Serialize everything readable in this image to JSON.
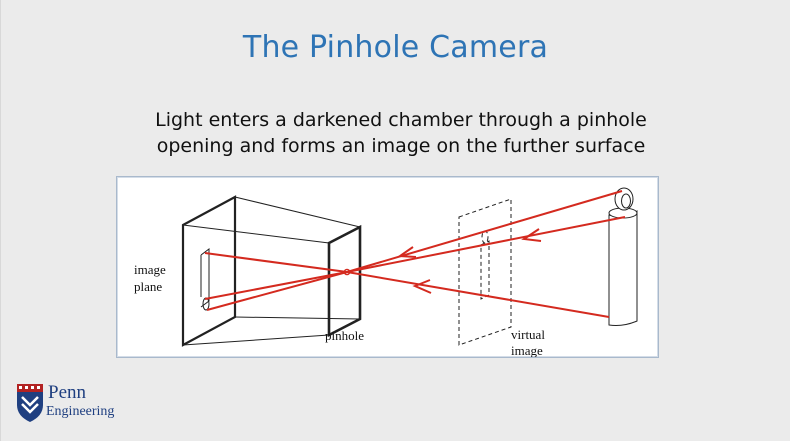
{
  "slide": {
    "title": "The Pinhole Camera",
    "subtitle_line1": "Light enters a darkened chamber through a pinhole",
    "subtitle_line2": "opening and forms an image on the further surface"
  },
  "figure": {
    "label_image": "image",
    "label_plane": "plane",
    "label_pinhole": "pinhole",
    "label_virtual": "virtual",
    "label_virtual_image": "image",
    "ray_color": "#d42a1f",
    "line_color": "#222222"
  },
  "logo": {
    "brand": "Penn",
    "sub": "Engineering",
    "shield_color": "#1f3f80",
    "accent_color": "#b22222",
    "icon": "penn-shield-icon"
  }
}
